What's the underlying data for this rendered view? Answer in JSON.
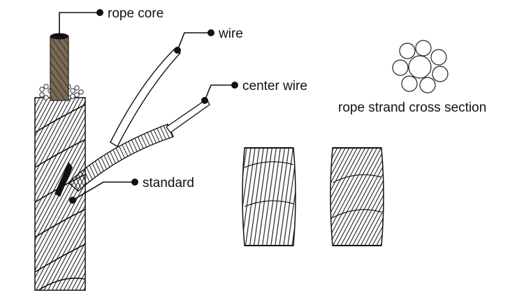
{
  "labels": {
    "rope_core": "rope core",
    "wire": "wire",
    "center_wire": "center wire",
    "standard": "standard",
    "cross_section": "rope strand cross section"
  },
  "colors": {
    "ink": "#111111",
    "core": "#7a6a56",
    "background": "#ffffff"
  }
}
